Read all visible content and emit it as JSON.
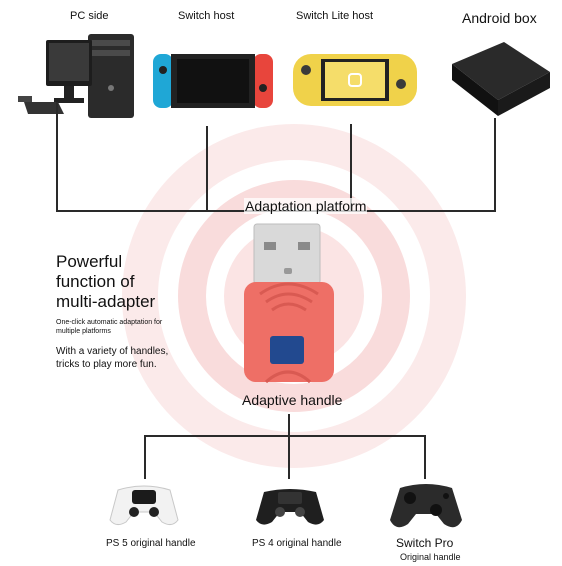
{
  "platforms": {
    "pc": "PC side",
    "switch": "Switch host",
    "switch_lite": "Switch Lite host",
    "android": "Android box"
  },
  "center": {
    "platform_label": "Adaptation platform",
    "handle_label": "Adaptive handle"
  },
  "feature": {
    "title_line1": "Powerful",
    "title_line2": "function of",
    "title_line3": "multi-adapter",
    "small_line1": "One-click automatic adaptation for",
    "small_line2": "multiple platforms",
    "body_line1": "With a variety of handles,",
    "body_line2": "tricks to play more fun."
  },
  "controllers": {
    "ps5": "PS 5 original handle",
    "ps4": "PS 4 original handle",
    "pro_line1": "Switch Pro",
    "pro_line2": "Original handle"
  },
  "colors": {
    "adapter_body": "#ee6f66",
    "adapter_button": "#22498f",
    "switch_left_joycon": "#1fa7d6",
    "switch_right_joycon": "#e8453c",
    "switch_lite": "#f0d24a",
    "ring": "#f7d6d6"
  }
}
